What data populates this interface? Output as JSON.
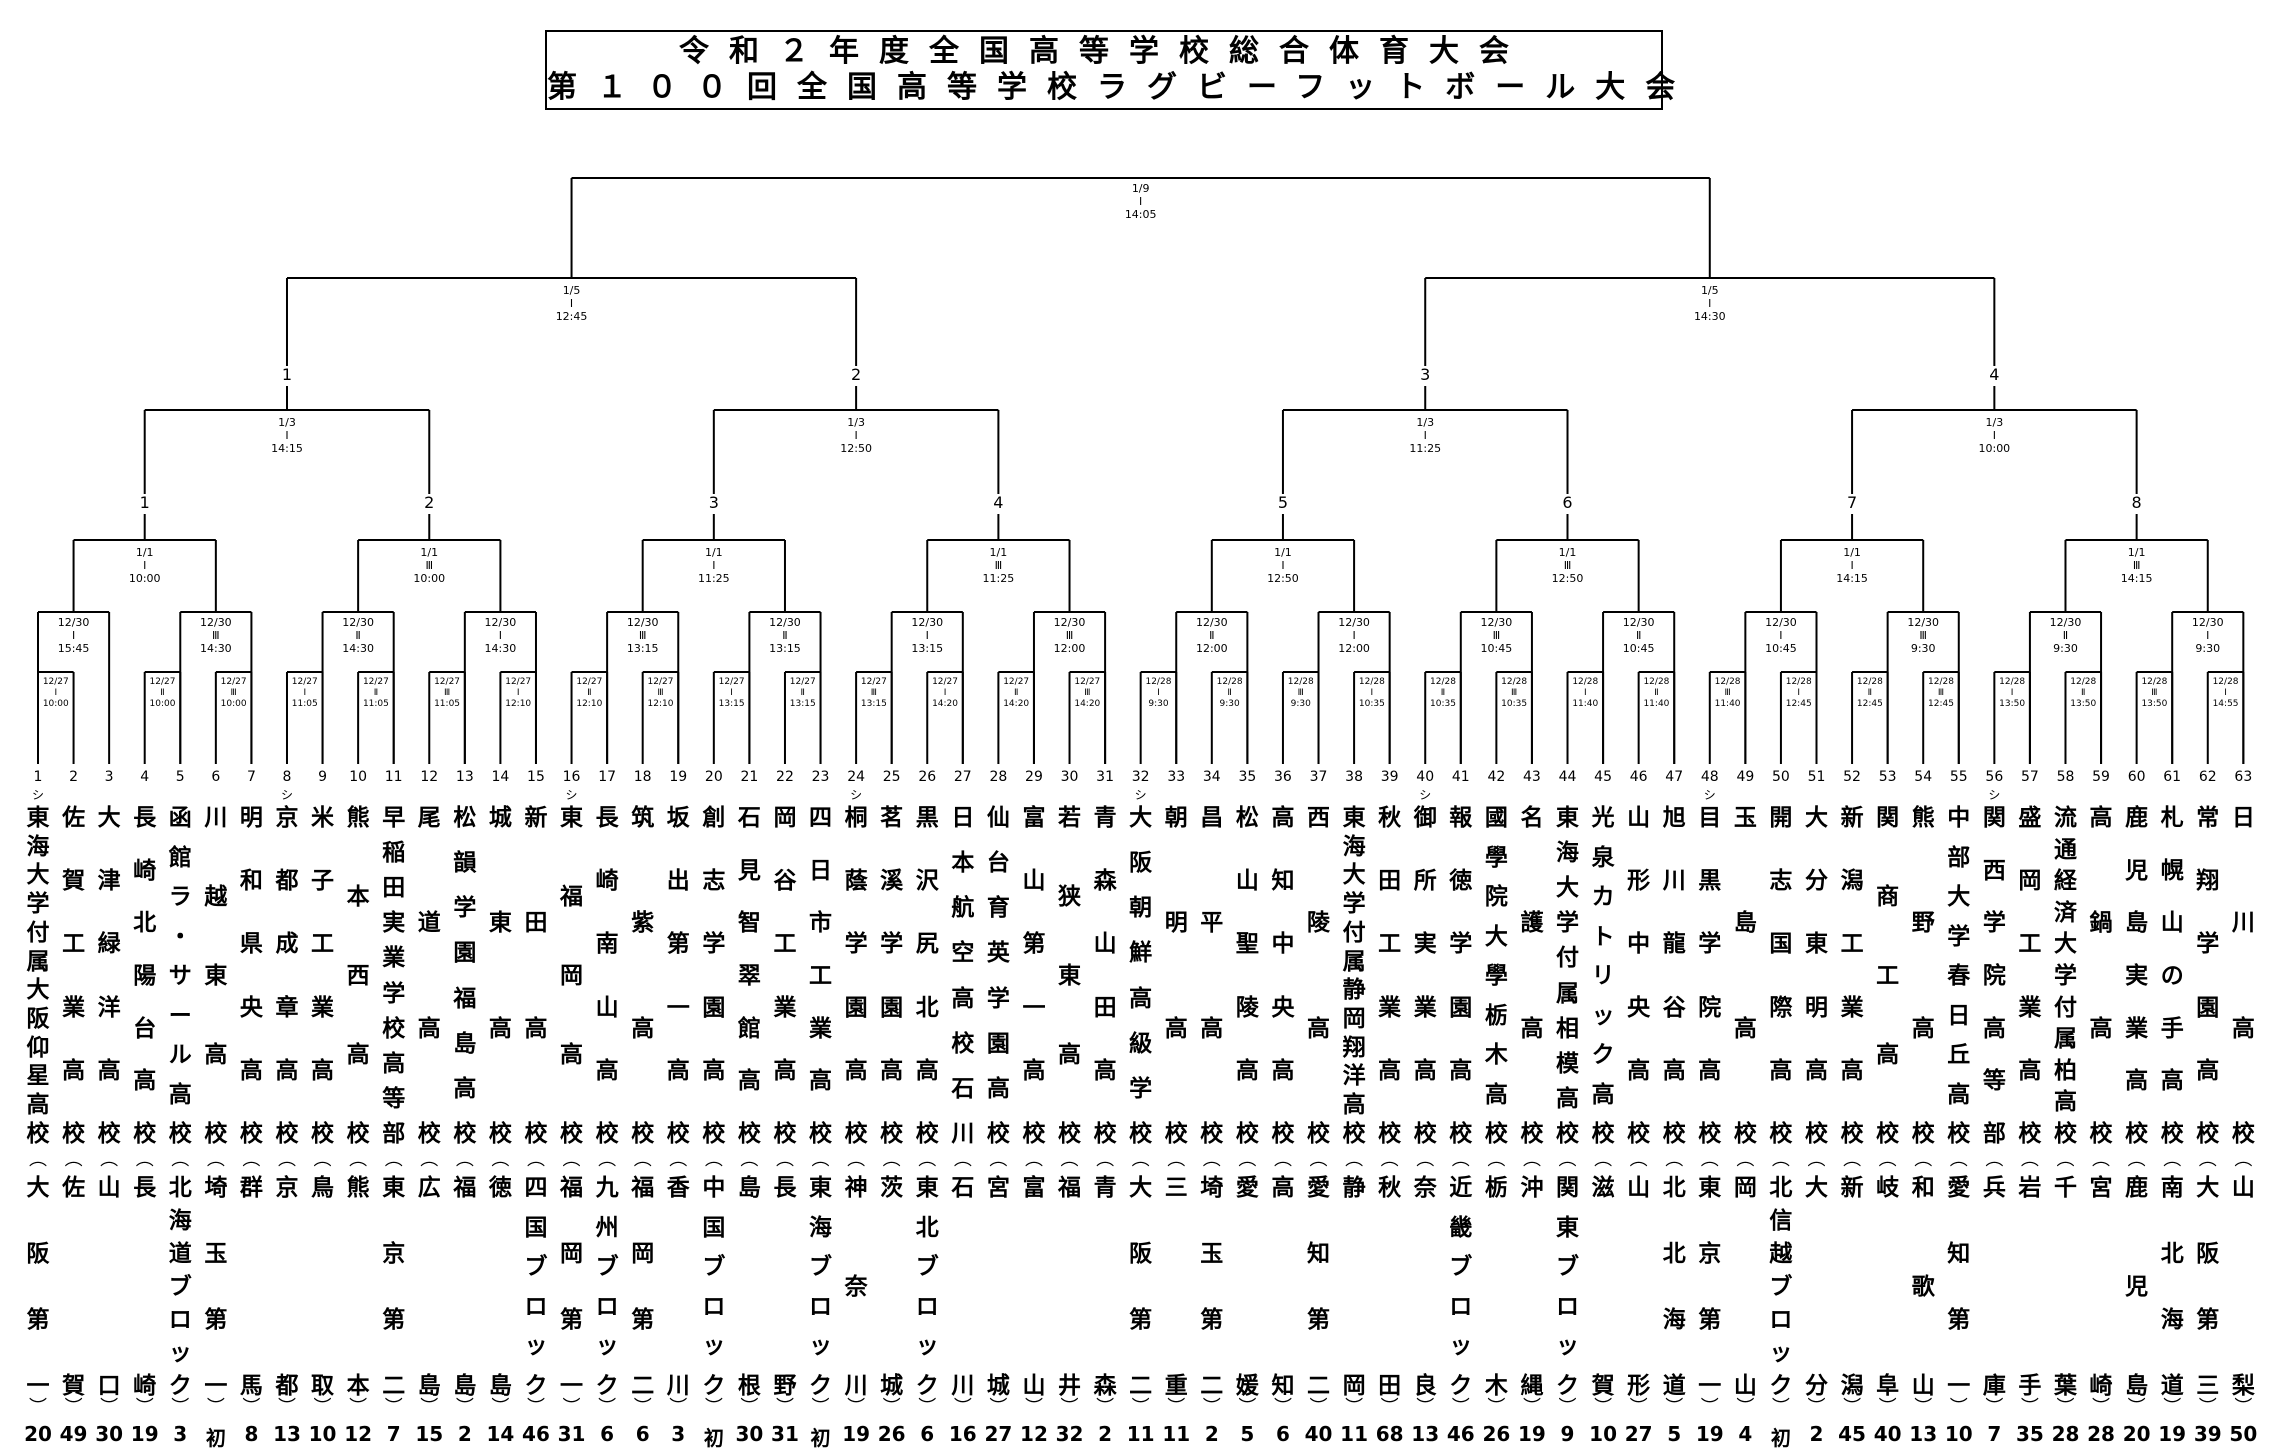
{
  "title": {
    "line1": "令和２年度全国高等学校総合体育大会",
    "line2": "第１００回全国高等学校ラグビーフットボール大会"
  },
  "teams": [
    {
      "slot": "1",
      "tag": "シ",
      "name": "東海大学付属大阪仰星高校",
      "region": "大阪第一",
      "count": "20"
    },
    {
      "slot": "2",
      "tag": "",
      "name": "佐賀工業高校",
      "region": "佐賀",
      "count": "49"
    },
    {
      "slot": "3",
      "tag": "",
      "name": "大津緑洋高校",
      "region": "山口",
      "count": "30"
    },
    {
      "slot": "4",
      "tag": "",
      "name": "長崎北陽台高校",
      "region": "長崎",
      "count": "19"
    },
    {
      "slot": "5",
      "tag": "",
      "name": "函館ラ・サール高校",
      "region": "北海道ブロック",
      "count": "3"
    },
    {
      "slot": "6",
      "tag": "",
      "name": "川越東高校",
      "region": "埼玉第一",
      "count": "初"
    },
    {
      "slot": "7",
      "tag": "",
      "name": "明和県央高校",
      "region": "群馬",
      "count": "8"
    },
    {
      "slot": "8",
      "tag": "シ",
      "name": "京都成章高校",
      "region": "京都",
      "count": "13"
    },
    {
      "slot": "9",
      "tag": "",
      "name": "米子工業高校",
      "region": "鳥取",
      "count": "10"
    },
    {
      "slot": "10",
      "tag": "",
      "name": "熊本西高校",
      "region": "熊本",
      "count": "12"
    },
    {
      "slot": "11",
      "tag": "",
      "name": "早稲田実業学校高等部",
      "region": "東京第二",
      "count": "7"
    },
    {
      "slot": "12",
      "tag": "",
      "name": "尾道高校",
      "region": "広島",
      "count": "15"
    },
    {
      "slot": "13",
      "tag": "",
      "name": "松韻学園福島高校",
      "region": "福島",
      "count": "2"
    },
    {
      "slot": "14",
      "tag": "",
      "name": "城東高校",
      "region": "徳島",
      "count": "14"
    },
    {
      "slot": "15",
      "tag": "",
      "name": "新田高校",
      "region": "四国ブロック",
      "count": "46"
    },
    {
      "slot": "16",
      "tag": "シ",
      "name": "東福岡高校",
      "region": "福岡第一",
      "count": "31"
    },
    {
      "slot": "17",
      "tag": "",
      "name": "長崎南山高校",
      "region": "九州ブロック",
      "count": "6"
    },
    {
      "slot": "18",
      "tag": "",
      "name": "筑紫高校",
      "region": "福岡第二",
      "count": "6"
    },
    {
      "slot": "19",
      "tag": "",
      "name": "坂出第一高校",
      "region": "香川",
      "count": "3"
    },
    {
      "slot": "20",
      "tag": "",
      "name": "創志学園高校",
      "region": "中国ブロック",
      "count": "初"
    },
    {
      "slot": "21",
      "tag": "",
      "name": "石見智翠館高校",
      "region": "島根",
      "count": "30"
    },
    {
      "slot": "22",
      "tag": "",
      "name": "岡谷工業高校",
      "region": "長野",
      "count": "31"
    },
    {
      "slot": "23",
      "tag": "",
      "name": "四日市工業高校",
      "region": "東海ブロック",
      "count": "初"
    },
    {
      "slot": "24",
      "tag": "シ",
      "name": "桐蔭学園高校",
      "region": "神奈川",
      "count": "19"
    },
    {
      "slot": "25",
      "tag": "",
      "name": "茗溪学園高校",
      "region": "茨城",
      "count": "26"
    },
    {
      "slot": "26",
      "tag": "",
      "name": "黒沢尻北高校",
      "region": "東北ブロック",
      "count": "6"
    },
    {
      "slot": "27",
      "tag": "",
      "name": "日本航空高校石川",
      "region": "石川",
      "count": "16"
    },
    {
      "slot": "28",
      "tag": "",
      "name": "仙台育英学園高校",
      "region": "宮城",
      "count": "27"
    },
    {
      "slot": "29",
      "tag": "",
      "name": "富山第一高校",
      "region": "富山",
      "count": "12"
    },
    {
      "slot": "30",
      "tag": "",
      "name": "若狭東高校",
      "region": "福井",
      "count": "32"
    },
    {
      "slot": "31",
      "tag": "",
      "name": "青森山田高校",
      "region": "青森",
      "count": "2"
    },
    {
      "slot": "32",
      "tag": "シ",
      "name": "大阪朝鮮高級学校",
      "region": "大阪第二",
      "count": "11"
    },
    {
      "slot": "33",
      "tag": "",
      "name": "朝明高校",
      "region": "三重",
      "count": "11"
    },
    {
      "slot": "34",
      "tag": "",
      "name": "昌平高校",
      "region": "埼玉第二",
      "count": "2"
    },
    {
      "slot": "35",
      "tag": "",
      "name": "松山聖陵高校",
      "region": "愛媛",
      "count": "5"
    },
    {
      "slot": "36",
      "tag": "",
      "name": "高知中央高校",
      "region": "高知",
      "count": "6"
    },
    {
      "slot": "37",
      "tag": "",
      "name": "西陵高校",
      "region": "愛知第二",
      "count": "40"
    },
    {
      "slot": "38",
      "tag": "",
      "name": "東海大学付属静岡翔洋高校",
      "region": "静岡",
      "count": "11"
    },
    {
      "slot": "39",
      "tag": "",
      "name": "秋田工業高校",
      "region": "秋田",
      "count": "68"
    },
    {
      "slot": "40",
      "tag": "シ",
      "name": "御所実業高校",
      "region": "奈良",
      "count": "13"
    },
    {
      "slot": "41",
      "tag": "",
      "name": "報徳学園高校",
      "region": "近畿ブロック",
      "count": "46"
    },
    {
      "slot": "42",
      "tag": "",
      "name": "國學院大學栃木高校",
      "region": "栃木",
      "count": "26"
    },
    {
      "slot": "43",
      "tag": "",
      "name": "名護高校",
      "region": "沖縄",
      "count": "19"
    },
    {
      "slot": "44",
      "tag": "",
      "name": "東海大学付属相模高校",
      "region": "関東ブロック",
      "count": "9"
    },
    {
      "slot": "45",
      "tag": "",
      "name": "光泉カトリック高校",
      "region": "滋賀",
      "count": "10"
    },
    {
      "slot": "46",
      "tag": "",
      "name": "山形中央高校",
      "region": "山形",
      "count": "27"
    },
    {
      "slot": "47",
      "tag": "",
      "name": "旭川龍谷高校",
      "region": "北北海道",
      "count": "5"
    },
    {
      "slot": "48",
      "tag": "シ",
      "name": "目黒学院高校",
      "region": "東京第一",
      "count": "19"
    },
    {
      "slot": "49",
      "tag": "",
      "name": "玉島高校",
      "region": "岡山",
      "count": "4"
    },
    {
      "slot": "50",
      "tag": "",
      "name": "開志国際高校",
      "region": "北信越ブロック",
      "count": "初"
    },
    {
      "slot": "51",
      "tag": "",
      "name": "大分東明高校",
      "region": "大分",
      "count": "2"
    },
    {
      "slot": "52",
      "tag": "",
      "name": "新潟工業高校",
      "region": "新潟",
      "count": "45"
    },
    {
      "slot": "53",
      "tag": "",
      "name": "関商工高校",
      "region": "岐阜",
      "count": "40"
    },
    {
      "slot": "54",
      "tag": "",
      "name": "熊野高校",
      "region": "和歌山",
      "count": "13"
    },
    {
      "slot": "55",
      "tag": "",
      "name": "中部大学春日丘高校",
      "region": "愛知第一",
      "count": "10"
    },
    {
      "slot": "56",
      "tag": "シ",
      "name": "関西学院高等部",
      "region": "兵庫",
      "count": "7"
    },
    {
      "slot": "57",
      "tag": "",
      "name": "盛岡工業高校",
      "region": "岩手",
      "count": "35"
    },
    {
      "slot": "58",
      "tag": "",
      "name": "流通経済大学付属柏高校",
      "region": "千葉",
      "count": "28"
    },
    {
      "slot": "59",
      "tag": "",
      "name": "高鍋高校",
      "region": "宮崎",
      "count": "28"
    },
    {
      "slot": "60",
      "tag": "",
      "name": "鹿児島実業高校",
      "region": "鹿児島",
      "count": "20"
    },
    {
      "slot": "61",
      "tag": "",
      "name": "札幌山の手高校",
      "region": "南北海道",
      "count": "19"
    },
    {
      "slot": "62",
      "tag": "",
      "name": "常翔学園高校",
      "region": "大阪第三",
      "count": "39"
    },
    {
      "slot": "63",
      "tag": "",
      "name": "日川高校",
      "region": "山梨",
      "count": "50"
    }
  ],
  "rounds": {
    "r1": [
      {
        "date": "12/27",
        "ground": "Ⅰ",
        "time": "10:00"
      },
      {
        "date": "12/27",
        "ground": "Ⅱ",
        "time": "10:00"
      },
      {
        "date": "12/27",
        "ground": "Ⅲ",
        "time": "10:00"
      },
      {
        "date": "12/27",
        "ground": "Ⅰ",
        "time": "11:05"
      },
      {
        "date": "12/27",
        "ground": "Ⅱ",
        "time": "11:05"
      },
      {
        "date": "12/27",
        "ground": "Ⅲ",
        "time": "11:05"
      },
      {
        "date": "12/27",
        "ground": "Ⅰ",
        "time": "12:10"
      },
      {
        "date": "12/27",
        "ground": "Ⅱ",
        "time": "12:10"
      },
      {
        "date": "12/27",
        "ground": "Ⅲ",
        "time": "12:10"
      },
      {
        "date": "12/27",
        "ground": "Ⅰ",
        "time": "13:15"
      },
      {
        "date": "12/27",
        "ground": "Ⅱ",
        "time": "13:15"
      },
      {
        "date": "12/27",
        "ground": "Ⅲ",
        "time": "13:15"
      },
      {
        "date": "12/27",
        "ground": "Ⅰ",
        "time": "14:20"
      },
      {
        "date": "12/27",
        "ground": "Ⅱ",
        "time": "14:20"
      },
      {
        "date": "12/27",
        "ground": "Ⅲ",
        "time": "14:20"
      },
      {
        "date": "12/28",
        "ground": "Ⅰ",
        "time": "9:30"
      },
      {
        "date": "12/28",
        "ground": "Ⅱ",
        "time": "9:30"
      },
      {
        "date": "12/28",
        "ground": "Ⅲ",
        "time": "9:30"
      },
      {
        "date": "12/28",
        "ground": "Ⅰ",
        "time": "10:35"
      },
      {
        "date": "12/28",
        "ground": "Ⅱ",
        "time": "10:35"
      },
      {
        "date": "12/28",
        "ground": "Ⅲ",
        "time": "10:35"
      },
      {
        "date": "12/28",
        "ground": "Ⅰ",
        "time": "11:40"
      },
      {
        "date": "12/28",
        "ground": "Ⅱ",
        "time": "11:40"
      },
      {
        "date": "12/28",
        "ground": "Ⅲ",
        "time": "11:40"
      },
      {
        "date": "12/28",
        "ground": "Ⅰ",
        "time": "12:45"
      },
      {
        "date": "12/28",
        "ground": "Ⅱ",
        "time": "12:45"
      },
      {
        "date": "12/28",
        "ground": "Ⅲ",
        "time": "12:45"
      },
      {
        "date": "12/28",
        "ground": "Ⅰ",
        "time": "13:50"
      },
      {
        "date": "12/28",
        "ground": "Ⅱ",
        "time": "13:50"
      },
      {
        "date": "12/28",
        "ground": "Ⅲ",
        "time": "13:50"
      },
      {
        "date": "12/28",
        "ground": "Ⅰ",
        "time": "14:55"
      }
    ],
    "r2": [
      {
        "date": "12/30",
        "ground": "Ⅰ",
        "time": "15:45"
      },
      {
        "date": "12/30",
        "ground": "Ⅲ",
        "time": "14:30"
      },
      {
        "date": "12/30",
        "ground": "Ⅱ",
        "time": "14:30"
      },
      {
        "date": "12/30",
        "ground": "Ⅰ",
        "time": "14:30"
      },
      {
        "date": "12/30",
        "ground": "Ⅲ",
        "time": "13:15"
      },
      {
        "date": "12/30",
        "ground": "Ⅱ",
        "time": "13:15"
      },
      {
        "date": "12/30",
        "ground": "Ⅰ",
        "time": "13:15"
      },
      {
        "date": "12/30",
        "ground": "Ⅲ",
        "time": "12:00"
      },
      {
        "date": "12/30",
        "ground": "Ⅱ",
        "time": "12:00"
      },
      {
        "date": "12/30",
        "ground": "Ⅰ",
        "time": "12:00"
      },
      {
        "date": "12/30",
        "ground": "Ⅲ",
        "time": "10:45"
      },
      {
        "date": "12/30",
        "ground": "Ⅱ",
        "time": "10:45"
      },
      {
        "date": "12/30",
        "ground": "Ⅰ",
        "time": "10:45"
      },
      {
        "date": "12/30",
        "ground": "Ⅲ",
        "time": "9:30"
      },
      {
        "date": "12/30",
        "ground": "Ⅱ",
        "time": "9:30"
      },
      {
        "date": "12/30",
        "ground": "Ⅰ",
        "time": "9:30"
      }
    ],
    "r3": [
      {
        "date": "1/1",
        "ground": "Ⅰ",
        "time": "10:00"
      },
      {
        "date": "1/1",
        "ground": "Ⅲ",
        "time": "10:00"
      },
      {
        "date": "1/1",
        "ground": "Ⅰ",
        "time": "11:25"
      },
      {
        "date": "1/1",
        "ground": "Ⅲ",
        "time": "11:25"
      },
      {
        "date": "1/1",
        "ground": "Ⅰ",
        "time": "12:50"
      },
      {
        "date": "1/1",
        "ground": "Ⅲ",
        "time": "12:50"
      },
      {
        "date": "1/1",
        "ground": "Ⅰ",
        "time": "14:15"
      },
      {
        "date": "1/1",
        "ground": "Ⅲ",
        "time": "14:15"
      }
    ],
    "qf": [
      {
        "date": "1/3",
        "ground": "Ⅰ",
        "time": "14:15"
      },
      {
        "date": "1/3",
        "ground": "Ⅰ",
        "time": "12:50"
      },
      {
        "date": "1/3",
        "ground": "Ⅰ",
        "time": "11:25"
      },
      {
        "date": "1/3",
        "ground": "Ⅰ",
        "time": "10:00"
      }
    ],
    "sf": [
      {
        "date": "1/5",
        "ground": "Ⅰ",
        "time": "12:45"
      },
      {
        "date": "1/5",
        "ground": "Ⅰ",
        "time": "14:30"
      }
    ],
    "final": {
      "date": "1/9",
      "ground": "Ⅰ",
      "time": "14:05"
    }
  },
  "node_labels": {
    "r3_winners": [
      "1",
      "2",
      "3",
      "4",
      "5",
      "6",
      "7",
      "8"
    ],
    "qf_winners": [
      "1",
      "2",
      "3",
      "4"
    ]
  },
  "parens": {
    "open": "︵",
    "close": "︶"
  }
}
